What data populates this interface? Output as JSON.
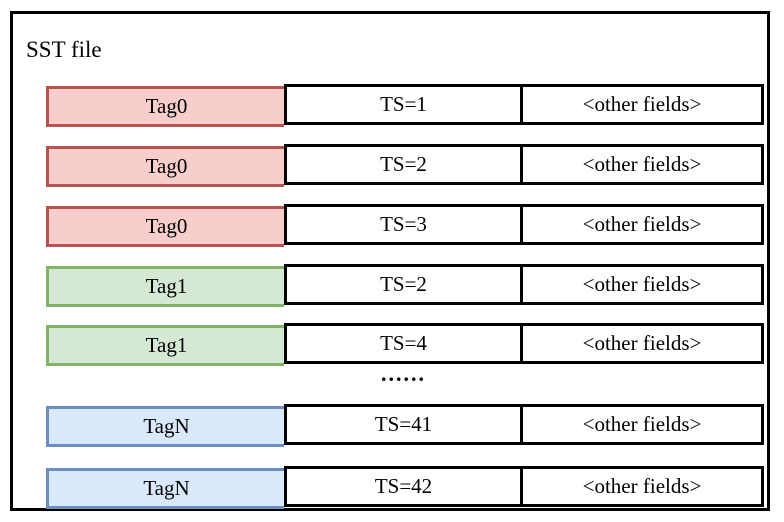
{
  "diagram": {
    "title": "SST file",
    "ellipsis": "......"
  },
  "colors": {
    "red": {
      "fill": "#f8cecc",
      "stroke": "#b85450"
    },
    "green": {
      "fill": "#d5e8d4",
      "stroke": "#82b366"
    },
    "blue": {
      "fill": "#dae8fc",
      "stroke": "#6c8ebf"
    },
    "cell_border": "#000000",
    "background": "#ffffff"
  },
  "rows": [
    {
      "tag": "Tag0",
      "ts": "TS=1",
      "other": "<other fields>",
      "color": "red"
    },
    {
      "tag": "Tag0",
      "ts": "TS=2",
      "other": "<other fields>",
      "color": "red"
    },
    {
      "tag": "Tag0",
      "ts": "TS=3",
      "other": "<other fields>",
      "color": "red"
    },
    {
      "tag": "Tag1",
      "ts": "TS=2",
      "other": "<other fields>",
      "color": "green"
    },
    {
      "tag": "Tag1",
      "ts": "TS=4",
      "other": "<other fields>",
      "color": "green"
    },
    {
      "tag": "TagN",
      "ts": "TS=41",
      "other": "<other fields>",
      "color": "blue"
    },
    {
      "tag": "TagN",
      "ts": "TS=42",
      "other": "<other fields>",
      "color": "blue"
    }
  ]
}
